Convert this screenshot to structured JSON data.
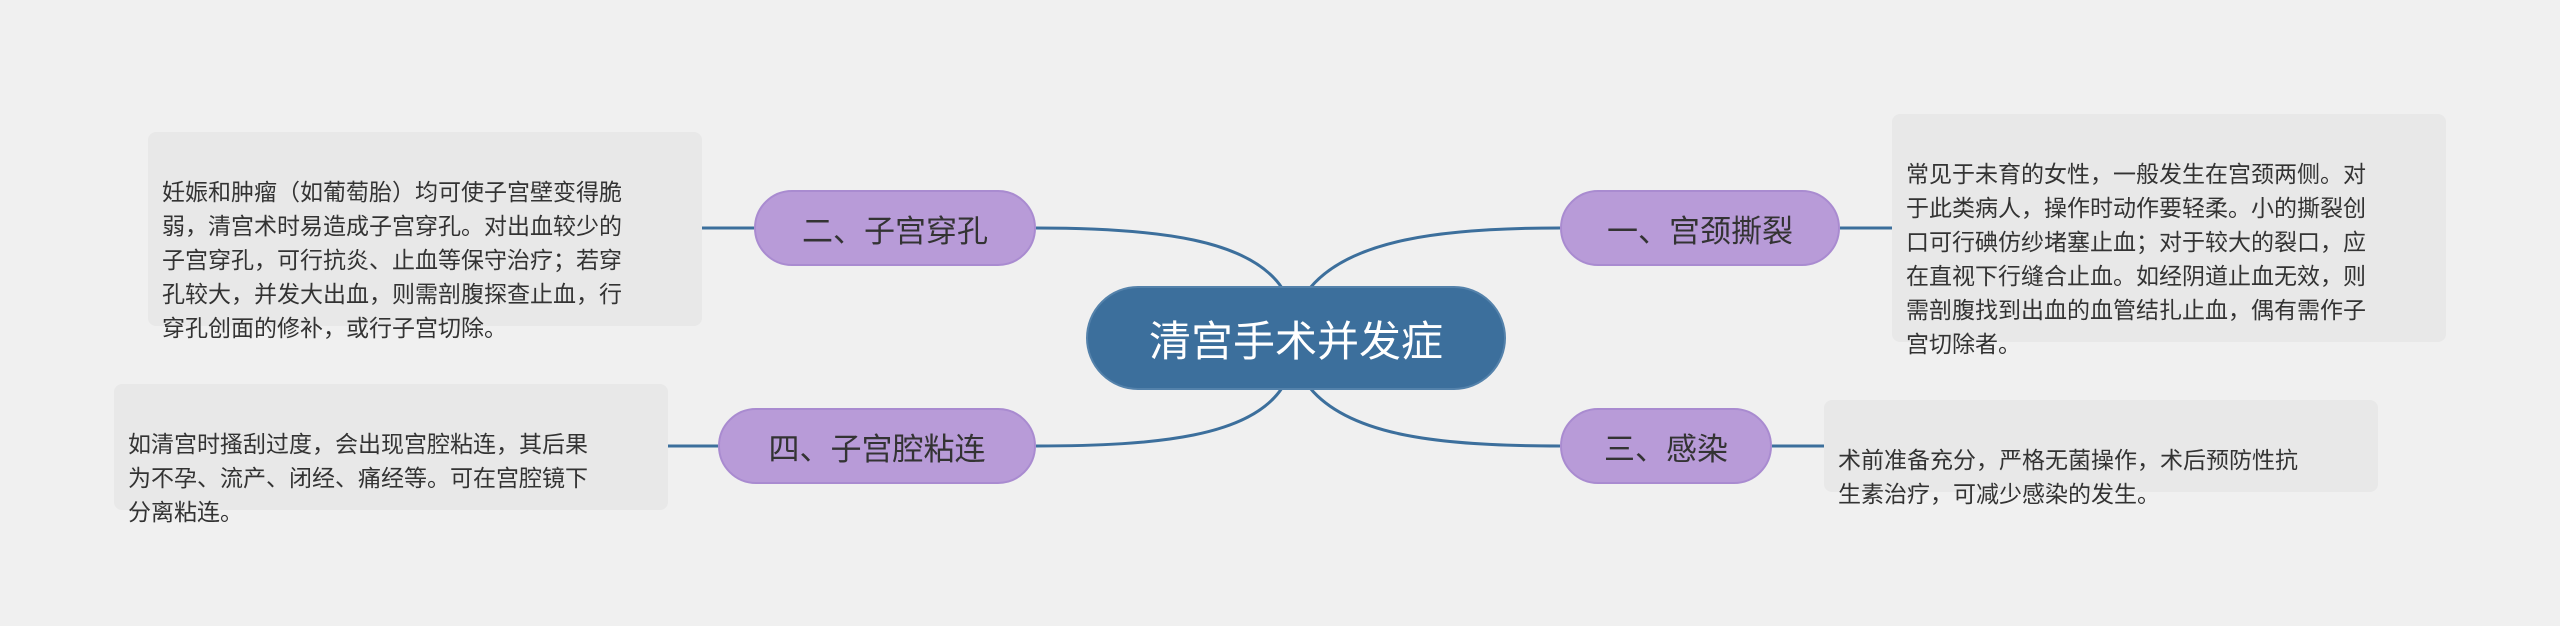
{
  "center": {
    "title": "清宫手术并发症"
  },
  "branches": [
    {
      "id": "b1",
      "label": "一、宫颈撕裂",
      "note": "常见于未育的女性，一般发生在宫颈两侧。对\n于此类病人，操作时动作要轻柔。小的撕裂创\n口可行碘仿纱堵塞止血；对于较大的裂口，应\n在直视下行缝合止血。如经阴道止血无效，则\n需剖腹找到出血的血管结扎止血，偶有需作子\n宫切除者。"
    },
    {
      "id": "b2",
      "label": "二、子宫穿孔",
      "note": "妊娠和肿瘤（如葡萄胎）均可使子宫壁变得脆\n弱，清宫术时易造成子宫穿孔。对出血较少的\n子宫穿孔，可行抗炎、止血等保守治疗；若穿\n孔较大，并发大出血，则需剖腹探查止血，行\n穿孔创面的修补，或行子宫切除。"
    },
    {
      "id": "b3",
      "label": "三、感染",
      "note": "术前准备充分，严格无菌操作，术后预防性抗\n生素治疗，可减少感染的发生。"
    },
    {
      "id": "b4",
      "label": "四、子宫腔粘连",
      "note": "如清宫时搔刮过度，会出现宫腔粘连，其后果\n为不孕、流产、闭经、痛经等。可在宫腔镜下\n分离粘连。"
    }
  ],
  "colors": {
    "background": "#f0f0f0",
    "center_fill": "#3c6f9c",
    "branch_fill": "#b89bd8",
    "note_fill": "#e8e8e8",
    "connector": "#3c6f9c"
  }
}
